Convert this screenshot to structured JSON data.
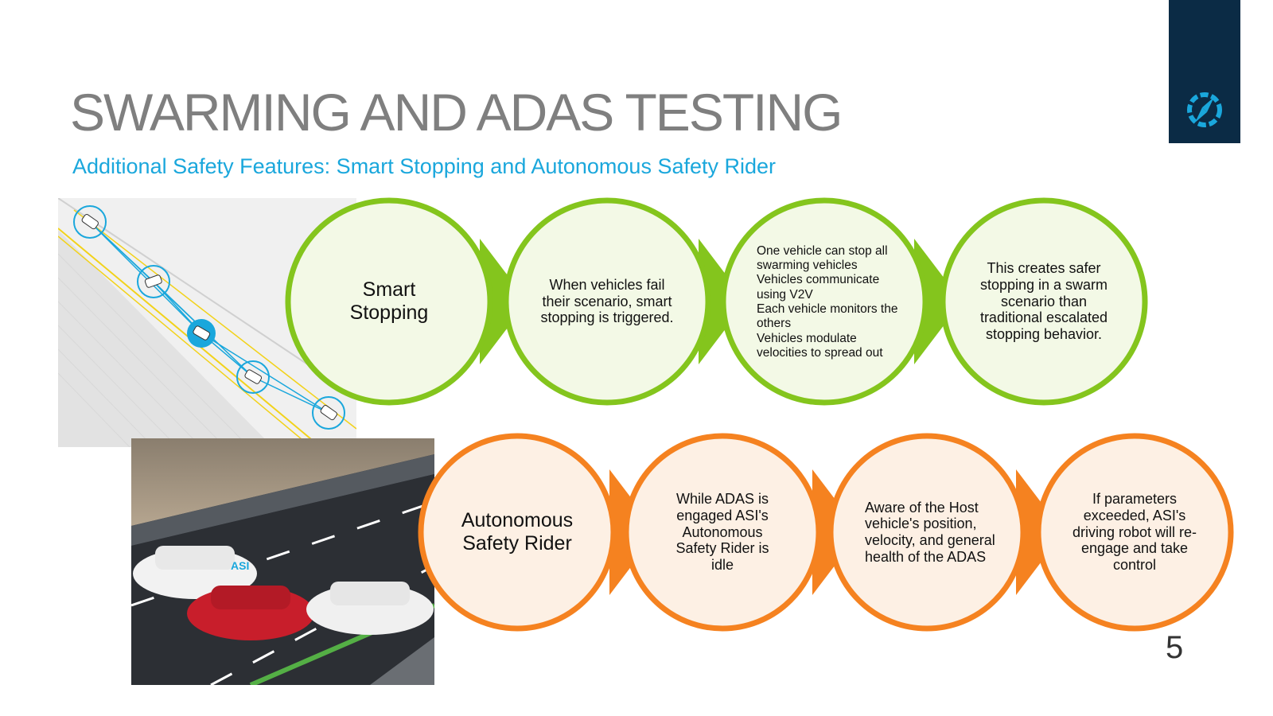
{
  "slide": {
    "title": "SWARMING AND ADAS TESTING",
    "subtitle": "Additional Safety Features: Smart Stopping and Autonomous Safety Rider",
    "page_number": "5"
  },
  "icons": {
    "corner_logo": "gear-compass-icon"
  },
  "colors": {
    "green": "#84c51d",
    "green_fill": "#f3f9e6",
    "orange": "#f58220",
    "orange_fill": "#fdf0e4",
    "navy": "#0b2b45",
    "blue": "#1aa7dc"
  },
  "smart_stopping": {
    "label": "Smart Stopping",
    "step1": "When vehicles fail their scenario, smart stopping is triggered.",
    "step2_lines": [
      "One vehicle can stop all swarming vehicles",
      "Vehicles communicate using V2V",
      "Each vehicle monitors the others",
      "Vehicles modulate velocities to spread out"
    ],
    "step3": "This creates safer stopping in a swarm scenario than traditional escalated stopping behavior."
  },
  "safety_rider": {
    "label": "Autonomous Safety Rider",
    "step1": "While ADAS is engaged ASI's Autonomous Safety Rider is idle",
    "step2": "Aware of the Host vehicle's position, velocity, and general health of the ADAS",
    "step3": "If parameters exceeded, ASI's driving robot will re-engage and take control"
  },
  "car_logo_text": "ASI"
}
